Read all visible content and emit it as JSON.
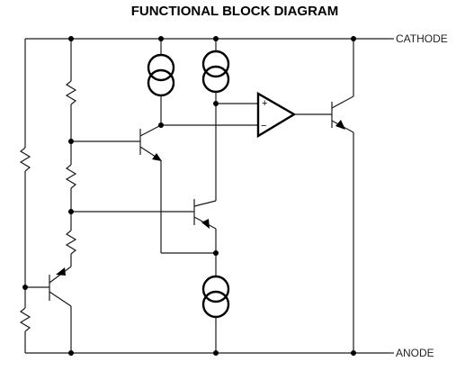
{
  "title": "FUNCTIONAL BLOCK DIAGRAM",
  "pins": {
    "cathode": "CATHODE",
    "anode": "ANODE"
  },
  "amplifier": {
    "plus": "+",
    "minus": "−"
  }
}
